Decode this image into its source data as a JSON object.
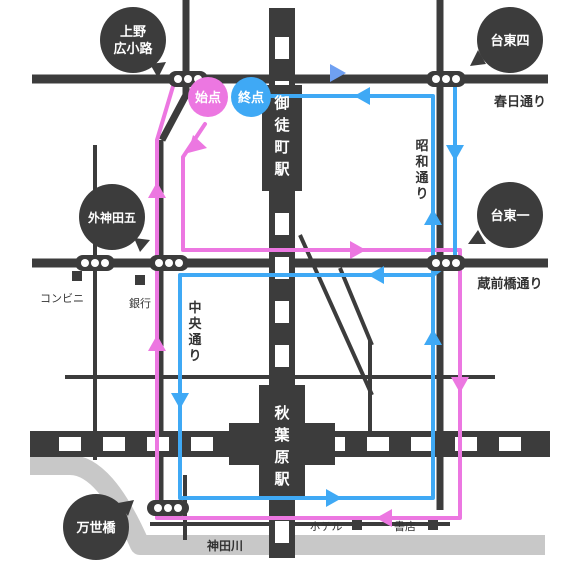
{
  "streets": {
    "kasuga": "春日通り",
    "kuramaebashi": "蔵前橋通り",
    "chuo": [
      "中",
      "央",
      "通",
      "り"
    ],
    "showa": [
      "昭",
      "和",
      "通",
      "り"
    ]
  },
  "river": "神田川",
  "stations": {
    "okachimachi": [
      "御",
      "徒",
      "町",
      "駅"
    ],
    "akihabara": [
      "秋",
      "葉",
      "原",
      "駅"
    ]
  },
  "intersections": {
    "ueno_hirokoji": [
      "上野",
      "広小路"
    ],
    "taito4": "台東四",
    "taito1": "台東一",
    "sotokanda5": "外神田五",
    "mansei": "万世橋"
  },
  "landmarks": {
    "konbini": "コンビニ",
    "bank": "銀行",
    "hotel": "ホテル",
    "bookstore": "書店"
  },
  "route_labels": {
    "start": "始点",
    "end": "終点"
  },
  "colors": {
    "pink_route": "#ec77e1",
    "blue_route": "#3fa9f5",
    "road": "#3c3c3c",
    "river": "#c8c8c8",
    "badge": "#3c3c3c"
  }
}
